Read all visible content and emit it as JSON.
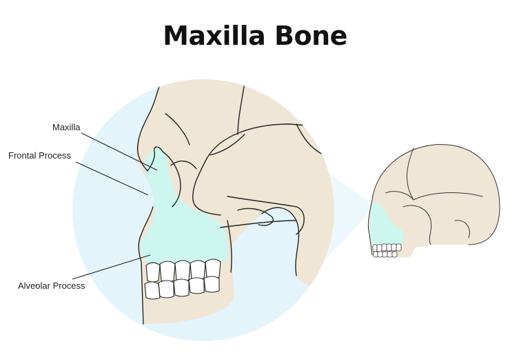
{
  "title": "Maxilla Bone",
  "labels": {
    "maxilla": "Maxilla",
    "frontal_process": "Frontal Process",
    "alveolar_process": "Alveolar Process"
  },
  "colors": {
    "background": "#ffffff",
    "magnifier_circle": "#e4f4fb",
    "bone": "#efe6d6",
    "maxilla_highlight": "#cdf6ef",
    "outline": "#222222",
    "teeth": "#ffffff"
  }
}
